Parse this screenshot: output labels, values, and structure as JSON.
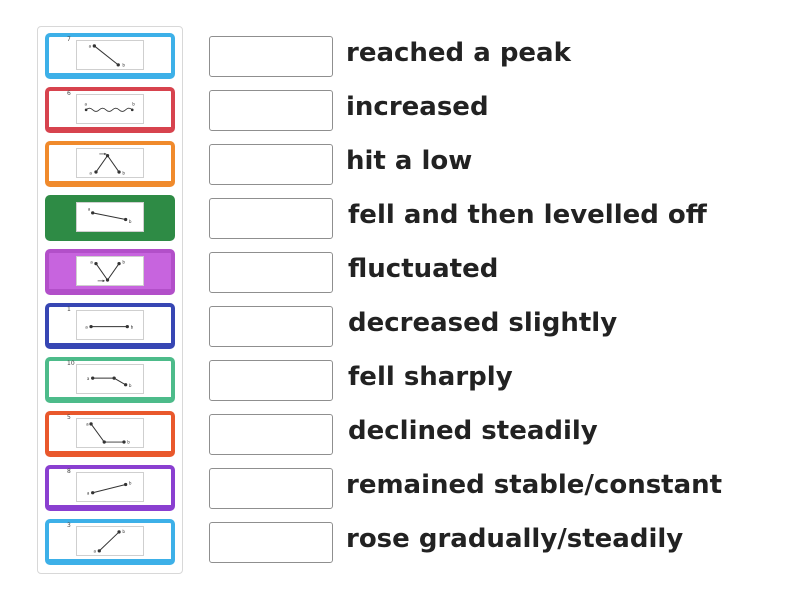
{
  "tiles": [
    {
      "number": "7",
      "color": "#3db0e8",
      "icon": "graph-fell-sharply-icon",
      "points": [
        "a",
        "b"
      ]
    },
    {
      "number": "6",
      "color": "#d7434e",
      "icon": "graph-fluctuated-icon",
      "points": [
        "a",
        "b"
      ]
    },
    {
      "number": "",
      "color": "#f08a2c",
      "icon": "graph-reached-peak-icon",
      "points": [
        "a",
        "b"
      ]
    },
    {
      "number": "",
      "color": "#2e8b45",
      "icon": "graph-decreased-slightly-icon",
      "points": [
        "a",
        "b"
      ]
    },
    {
      "number": "",
      "color": "#b24fc9",
      "icon": "graph-hit-low-icon",
      "points": [
        "a",
        "b"
      ]
    },
    {
      "number": "1",
      "color": "#3746b3",
      "icon": "graph-remained-stable-icon",
      "points": [
        "a",
        "b"
      ]
    },
    {
      "number": "10",
      "color": "#4dbb8a",
      "icon": "graph-fell-levelled-off-icon",
      "points": [
        "a",
        "b"
      ]
    },
    {
      "number": "5",
      "color": "#e9582c",
      "icon": "graph-declined-levelled-icon",
      "points": [
        "a",
        "b"
      ]
    },
    {
      "number": "8",
      "color": "#8a3fd0",
      "icon": "graph-increased-icon",
      "points": [
        "a",
        "b"
      ]
    },
    {
      "number": "3",
      "color": "#3db0e8",
      "icon": "graph-rose-steadily-icon",
      "points": [
        "a",
        "b"
      ]
    }
  ],
  "answers": [
    {
      "text": "reached a peak"
    },
    {
      "text": "increased"
    },
    {
      "text": "hit a low"
    },
    {
      "text": "fell and then levelled off"
    },
    {
      "text": "fluctuated"
    },
    {
      "text": "decreased slightly"
    },
    {
      "text": "fell sharply"
    },
    {
      "text": "declined steadily"
    },
    {
      "text": "remained stable/constant"
    },
    {
      "text": "rose gradually/steadily"
    }
  ]
}
